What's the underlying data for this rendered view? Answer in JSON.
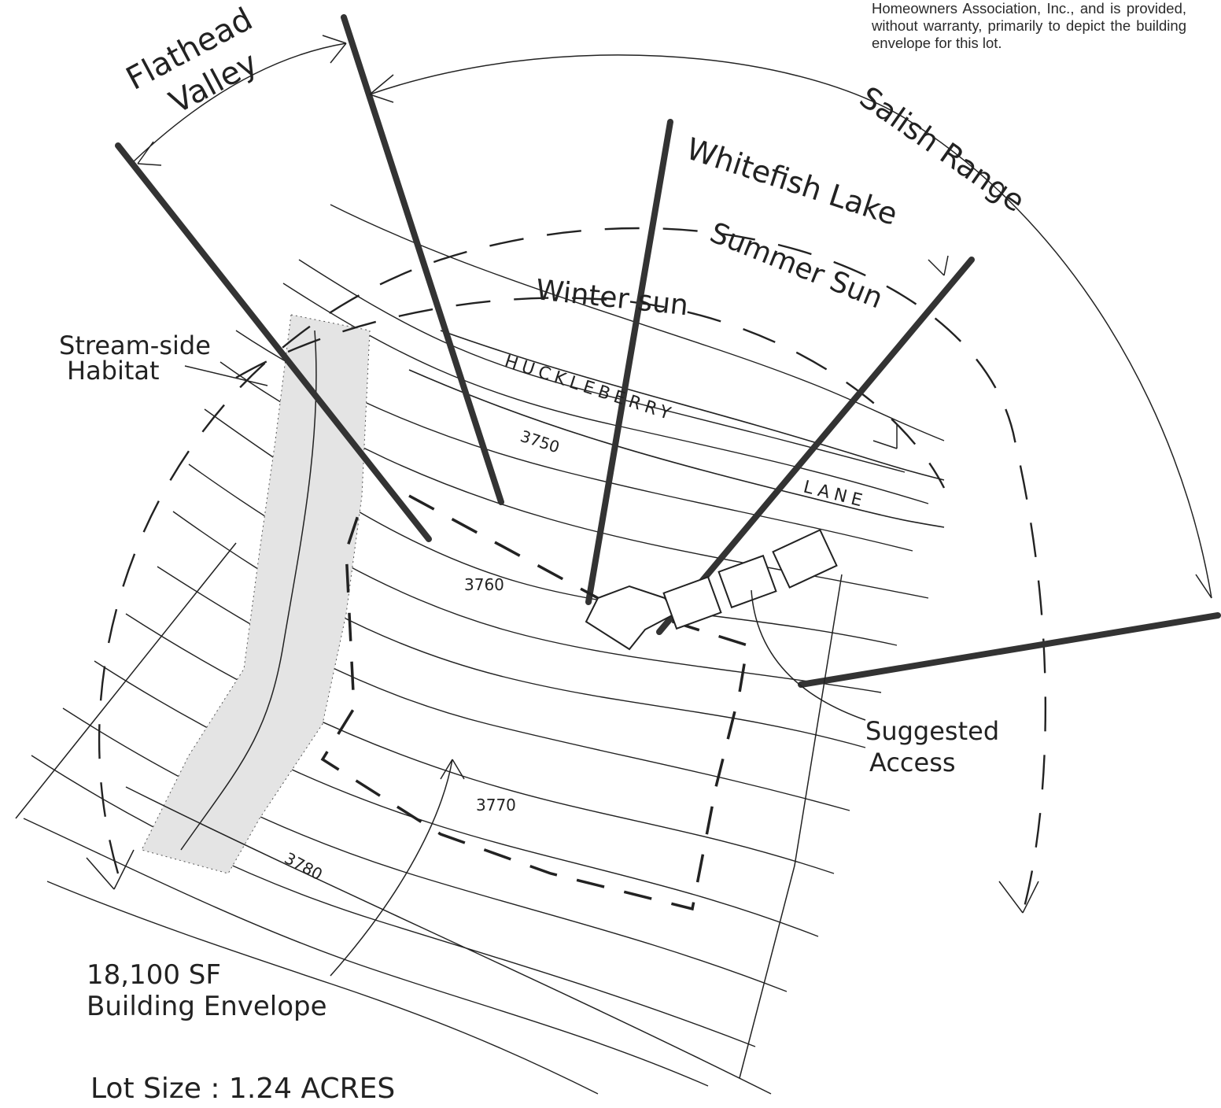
{
  "disclaimer": "Homeowners Association, Inc., and is provided, without warranty, primarily to depict the building envelope for this lot.",
  "view_labels": {
    "flathead_line1": "Flathead",
    "flathead_line2": "Valley",
    "salish": "Salish Range",
    "whitefish": "Whitefish Lake",
    "summer_sun": "Summer Sun",
    "winter_sun": "Winter sun"
  },
  "habitat": {
    "line1": "Stream-side",
    "line2": "Habitat"
  },
  "road": {
    "name1": "HUCKLEBERRY",
    "name2": "LANE"
  },
  "contours": {
    "c3750": "3750",
    "c3760": "3760",
    "c3770": "3770",
    "c3780": "3780"
  },
  "access": {
    "line1": "Suggested",
    "line2": "Access"
  },
  "envelope": {
    "line1": "18,100 SF",
    "line2": "Building Envelope"
  },
  "lot_size": "Lot Size : 1.24 ACRES"
}
